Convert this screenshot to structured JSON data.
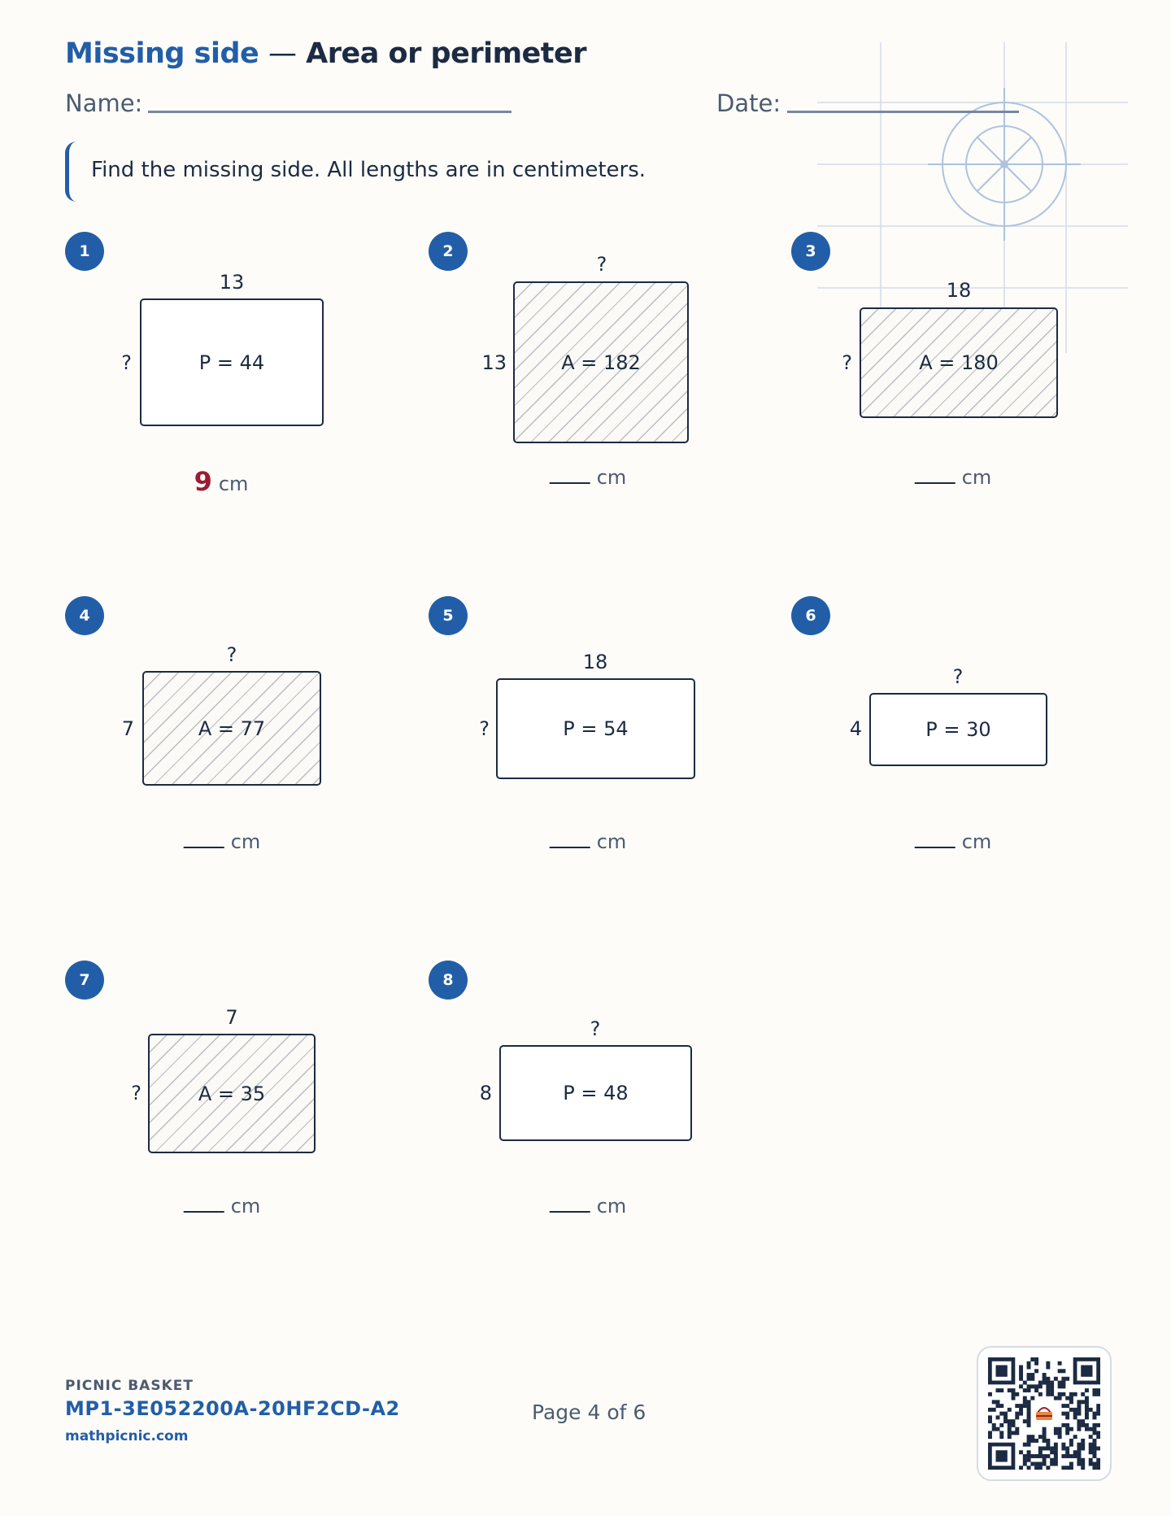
{
  "header": {
    "title_part1": "Missing side",
    "title_separator": "—",
    "title_part2": "Area or perimeter",
    "name_label": "Name:",
    "date_label": "Date:"
  },
  "instruction": "Find the missing side. All lengths are in centimeters.",
  "answer_unit": "cm",
  "problems": [
    {
      "number": "1",
      "top": "13",
      "side": "?",
      "inner": "P = 44",
      "answer": "9",
      "type": "perimeter"
    },
    {
      "number": "2",
      "top": "?",
      "side": "13",
      "inner": "A = 182",
      "answer": "",
      "type": "area"
    },
    {
      "number": "3",
      "top": "18",
      "side": "?",
      "inner": "A = 180",
      "answer": "",
      "type": "area"
    },
    {
      "number": "4",
      "top": "?",
      "side": "7",
      "inner": "A = 77",
      "answer": "",
      "type": "area"
    },
    {
      "number": "5",
      "top": "18",
      "side": "?",
      "inner": "P = 54",
      "answer": "",
      "type": "perimeter"
    },
    {
      "number": "6",
      "top": "?",
      "side": "4",
      "inner": "P = 30",
      "answer": "",
      "type": "perimeter"
    },
    {
      "number": "7",
      "top": "7",
      "side": "?",
      "inner": "A = 35",
      "answer": "",
      "type": "area"
    },
    {
      "number": "8",
      "top": "?",
      "side": "8",
      "inner": "P = 48",
      "answer": "",
      "type": "perimeter"
    }
  ],
  "footer": {
    "brand": "PICNIC BASKET",
    "code": "MP1-3E052200A-20HF2CD-A2",
    "site": "mathpicnic.com",
    "page": "Page 4 of 6"
  },
  "colors": {
    "accent": "#225ea8",
    "ink": "#1c2b43",
    "answer": "#9c1c33"
  },
  "icons": {
    "decoration": "target-grid-icon",
    "qr": "qr-code-icon",
    "qr_center": "picnic-basket-icon"
  }
}
